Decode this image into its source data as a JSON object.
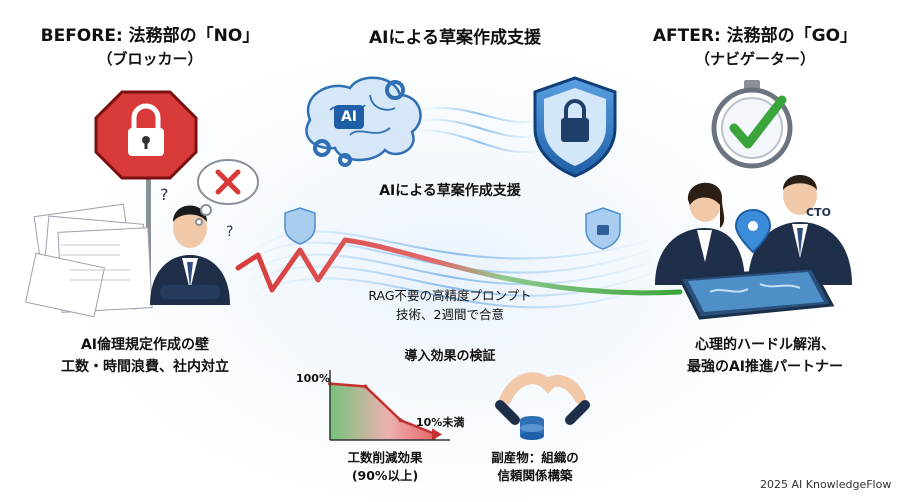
{
  "before": {
    "title": "BEFORE: 法務部の「NO」",
    "subtitle": "（ブロッカー）",
    "caption_line1": "AI倫理規定作成の壁",
    "caption_line2": "工数・時間浪費、社内対立"
  },
  "center": {
    "title": "AIによる草案作成支援",
    "brain_label": "AI",
    "mid_label": "AIによる草案作成支援",
    "rag_line1": "RAG不要の高精度プロンプト",
    "rag_line2": "技術、2週間で合意"
  },
  "after": {
    "title": "AFTER: 法務部の「GO」",
    "subtitle": "（ナビゲーター）",
    "cto_label": "CTO",
    "caption_line1": "心理的ハードル解消、",
    "caption_line2": "最強のAI推進パートナー"
  },
  "effects": {
    "title": "導入効果の検証",
    "chart_caption_line1": "工数削減効果",
    "chart_caption_line2": "(90%以上)",
    "side_caption_line1": "副産物：組織の",
    "side_caption_line2": "信頼関係構築"
  },
  "chart_data": {
    "type": "area",
    "x": [
      0,
      1,
      2,
      3
    ],
    "values": [
      100,
      95,
      35,
      10
    ],
    "annotations": [
      "100%",
      "10%未満"
    ],
    "ylim": [
      0,
      110
    ]
  },
  "footer": {
    "text": "2025 AI KnowledgeFlow"
  },
  "colors": {
    "red": "#d83a3a",
    "green": "#3aa53a",
    "blue": "#2f6fb3",
    "navy": "#1f2f4a"
  }
}
